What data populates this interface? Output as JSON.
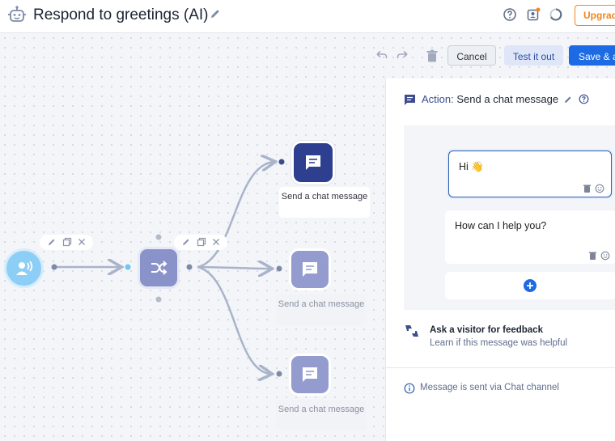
{
  "header": {
    "title": "Respond to greetings (AI)",
    "upgrade_label": "Upgrade",
    "accent_color": "#f0871f"
  },
  "toolbar": {
    "cancel_label": "Cancel",
    "test_label": "Test it out",
    "save_label": "Save & a",
    "primary_color": "#1c6ae4"
  },
  "flow": {
    "trigger_icon": "visitor-chat-icon",
    "router_icon": "shuffle-icon",
    "branches": [
      {
        "label": "Send a chat message",
        "selected": true
      },
      {
        "label": "Send a chat message",
        "selected": false
      },
      {
        "label": "Send a chat message",
        "selected": false
      }
    ]
  },
  "panel": {
    "action_prefix": "Action:",
    "action_name": "Send a chat message",
    "messages": [
      {
        "text": "Hi 👋",
        "active": true
      },
      {
        "text": "How can I help you?",
        "active": false
      }
    ],
    "feedback_title": "Ask a visitor for feedback",
    "feedback_subtitle": "Learn if this message was helpful",
    "channel_note": "Message is sent via Chat channel"
  }
}
